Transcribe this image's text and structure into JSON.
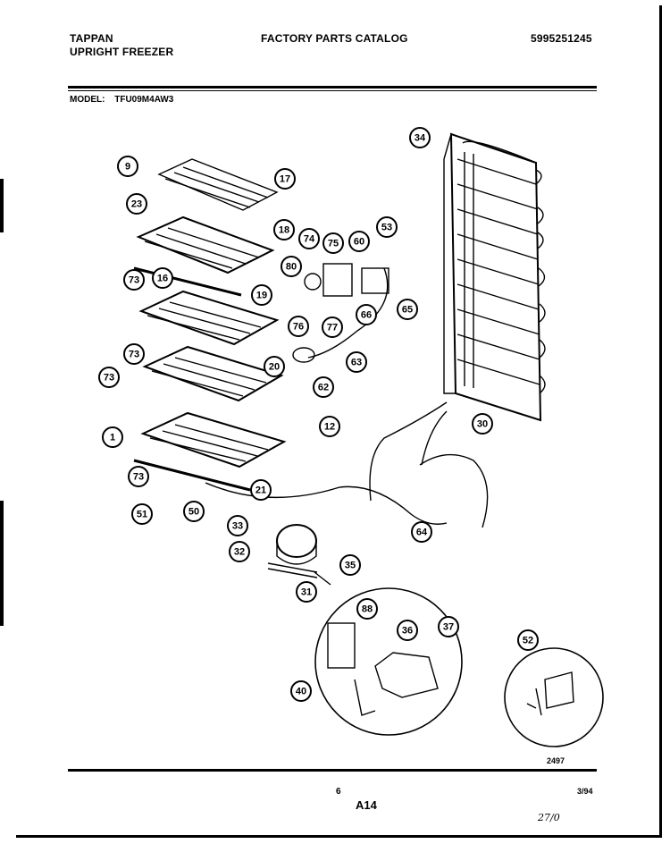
{
  "header": {
    "brand": "TAPPAN",
    "product": "UPRIGHT FREEZER",
    "catalog_title": "FACTORY PARTS CATALOG",
    "catalog_number": "5995251245"
  },
  "model": {
    "label": "MODEL:",
    "value": "TFU09M4AW3"
  },
  "callouts": [
    "9",
    "23",
    "17",
    "18",
    "73",
    "16",
    "74",
    "75",
    "60",
    "53",
    "66",
    "65",
    "80",
    "76",
    "77",
    "19",
    "73",
    "63",
    "73",
    "20",
    "62",
    "1",
    "12",
    "73",
    "21",
    "51",
    "50",
    "34",
    "30",
    "64",
    "33",
    "32",
    "35",
    "31",
    "88",
    "36",
    "37",
    "40",
    "52"
  ],
  "footer": {
    "drawing_code": "2497",
    "page_number": "6",
    "section": "A14",
    "date": "3/94",
    "handwritten": "27/0"
  }
}
